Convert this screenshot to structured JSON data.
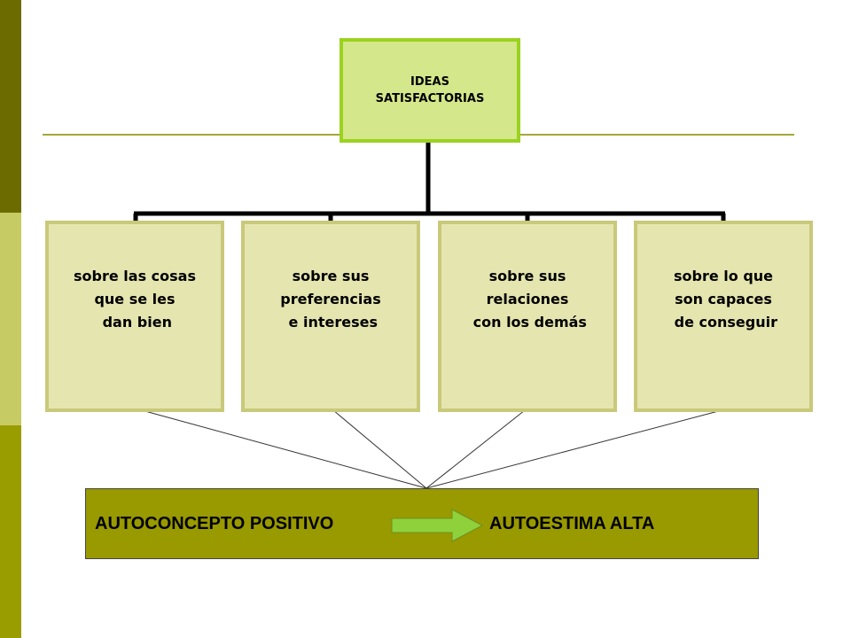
{
  "top": {
    "line1": "IDEAS",
    "line2": "SATISFACTORIAS"
  },
  "children": [
    {
      "lines": [
        "sobre las cosas",
        "que se les",
        " dan bien"
      ]
    },
    {
      "lines": [
        "sobre sus",
        "preferencias",
        " e intereses"
      ]
    },
    {
      "lines": [
        "sobre sus",
        "relaciones",
        " con los demás"
      ]
    },
    {
      "lines": [
        "sobre lo que",
        "son capaces",
        " de conseguir"
      ]
    }
  ],
  "bottom": {
    "left": "AUTOCONCEPTO POSITIVO",
    "right": "AUTOESTIMA ALTA"
  },
  "colors": {
    "top_fill": "#d4e78a",
    "top_border": "#9bd21f",
    "child_fill": "#e5e5b0",
    "child_border": "#c9c97a",
    "bottom_fill": "#999900",
    "arrow_fill": "#8fd13a"
  }
}
